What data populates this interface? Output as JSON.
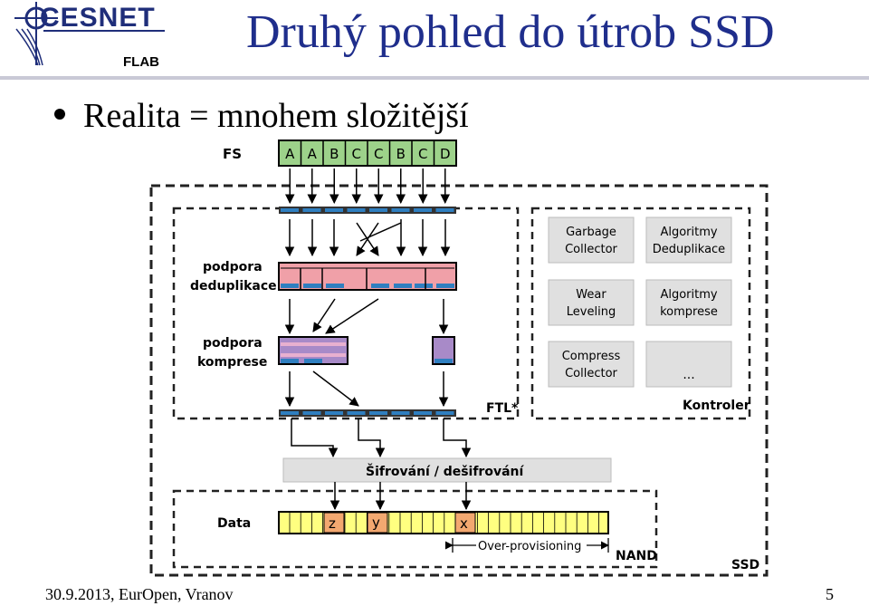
{
  "slide": {
    "title": "Druhý pohled do útrob SSD",
    "bullet": "Realita = mnohem složitější",
    "footer": "30.9.2013, EurOpen, Vranov",
    "page_number": "5"
  },
  "logo": {
    "name": "CESNET",
    "sub": "FLAB"
  },
  "diagram": {
    "fs_label": "FS",
    "fs_blocks": [
      "A",
      "A",
      "B",
      "C",
      "C",
      "B",
      "C",
      "D"
    ],
    "dedup_label_line1": "podpora",
    "dedup_label_line2": "deduplikace",
    "compress_label_line1": "podpora",
    "compress_label_line2": "komprese",
    "ftl_label": "FTL*",
    "controller_boxes": [
      {
        "line1": "Garbage",
        "line2": "Collector"
      },
      {
        "line1": "Algoritmy",
        "line2": "Deduplikace"
      },
      {
        "line1": "Wear",
        "line2": "Leveling"
      },
      {
        "line1": "Algoritmy",
        "line2": "komprese"
      },
      {
        "line1": "Compress",
        "line2": "Collector"
      },
      {
        "line1": "...",
        "line2": ""
      }
    ],
    "controller_label": "Kontroler",
    "encrypt_label": "Šifrování / dešifrování",
    "data_label": "Data",
    "nand_cells": [
      "z",
      "y",
      "x"
    ],
    "overprov_label": "Over-provisioning",
    "nand_label": "NAND",
    "ssd_label": "SSD"
  },
  "colors": {
    "title": "#1f2e8c",
    "fs_green": "#9dd28a",
    "dedup_pink": "#f0a0a8",
    "compress_purple": "#a88ac8",
    "nand_yellow": "#ffff80",
    "box_gray": "#e0e0e0",
    "stripe_blue": "#2f7fc0"
  }
}
